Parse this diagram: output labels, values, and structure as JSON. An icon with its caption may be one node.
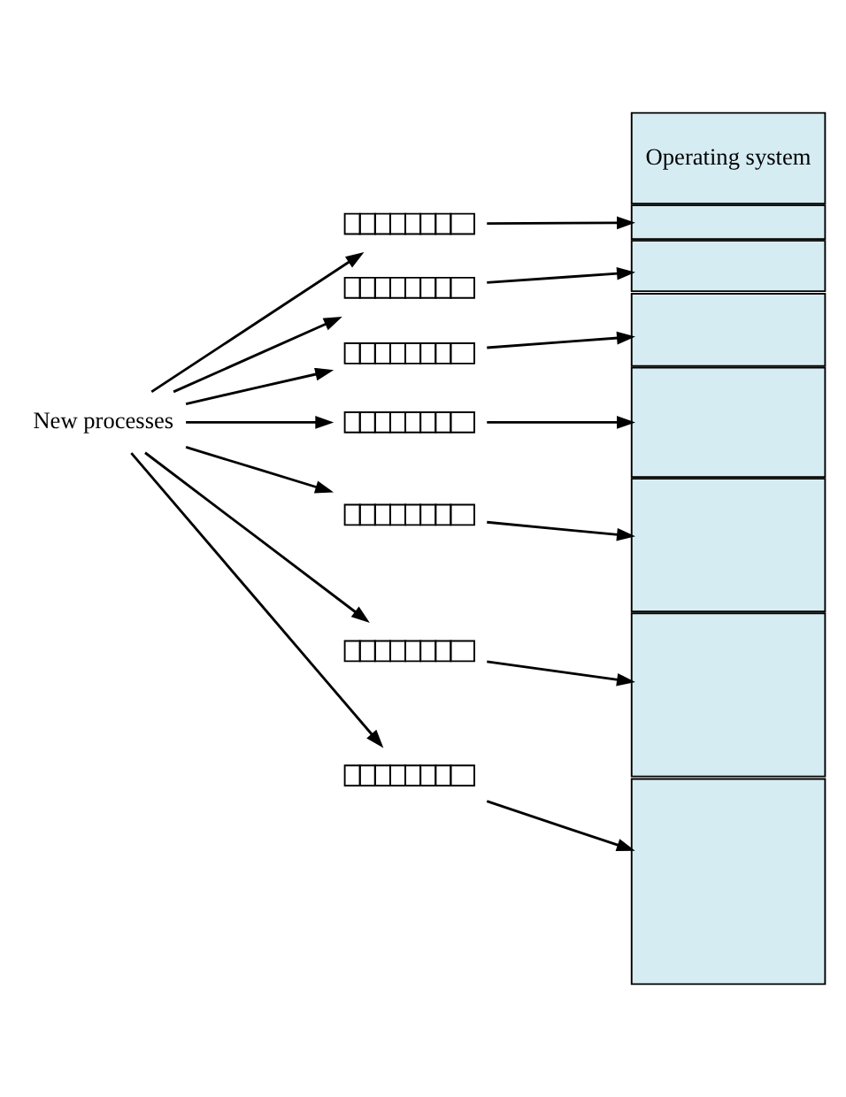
{
  "diagram": {
    "nodes": [
      {
        "text": [
          "New processes"
        ]
      },
      {
        "text": [],
        "shape": "box"
      },
      {
        "text": [],
        "shape": "box"
      },
      {
        "text": [],
        "shape": "box"
      },
      {
        "text": [],
        "shape": "box"
      },
      {
        "text": [],
        "shape": "box"
      },
      {
        "text": [],
        "shape": "box"
      },
      {
        "text": [],
        "shape": "box"
      },
      {
        "text": [
          "Operating system"
        ]
      },
      {
        "text": [],
        "shape": "bar"
      },
      {
        "text": [],
        "shape": "bar"
      },
      {
        "text": [],
        "shape": "bar"
      },
      {
        "text": [],
        "shape": "bar"
      },
      {
        "text": [],
        "shape": "bar"
      },
      {
        "text": [],
        "shape": "bar"
      },
      {
        "text": [],
        "shape": "bar"
      }
    ],
    "edges": [
      {
        "from": 0,
        "to": 1,
        "arrow": "to"
      },
      {
        "from": 0,
        "to": 2,
        "arrow": "to"
      },
      {
        "from": 0,
        "to": 3,
        "arrow": "to"
      },
      {
        "from": 0,
        "to": 4,
        "arrow": "to"
      },
      {
        "from": 0,
        "to": 5,
        "arrow": "to"
      },
      {
        "from": 0,
        "to": 6,
        "arrow": "to"
      },
      {
        "from": 0,
        "to": 7,
        "arrow": "to"
      },
      {
        "from": 1,
        "to": 9,
        "arrow": "to"
      },
      {
        "from": 2,
        "to": 10,
        "arrow": "to"
      },
      {
        "from": 3,
        "to": 11,
        "arrow": "to"
      },
      {
        "from": 4,
        "to": 12,
        "arrow": "to"
      },
      {
        "from": 5,
        "to": 13,
        "arrow": "to"
      },
      {
        "from": 6,
        "to": 14,
        "arrow": "to"
      },
      {
        "from": 7,
        "to": 15,
        "arrow": "to"
      }
    ]
  }
}
